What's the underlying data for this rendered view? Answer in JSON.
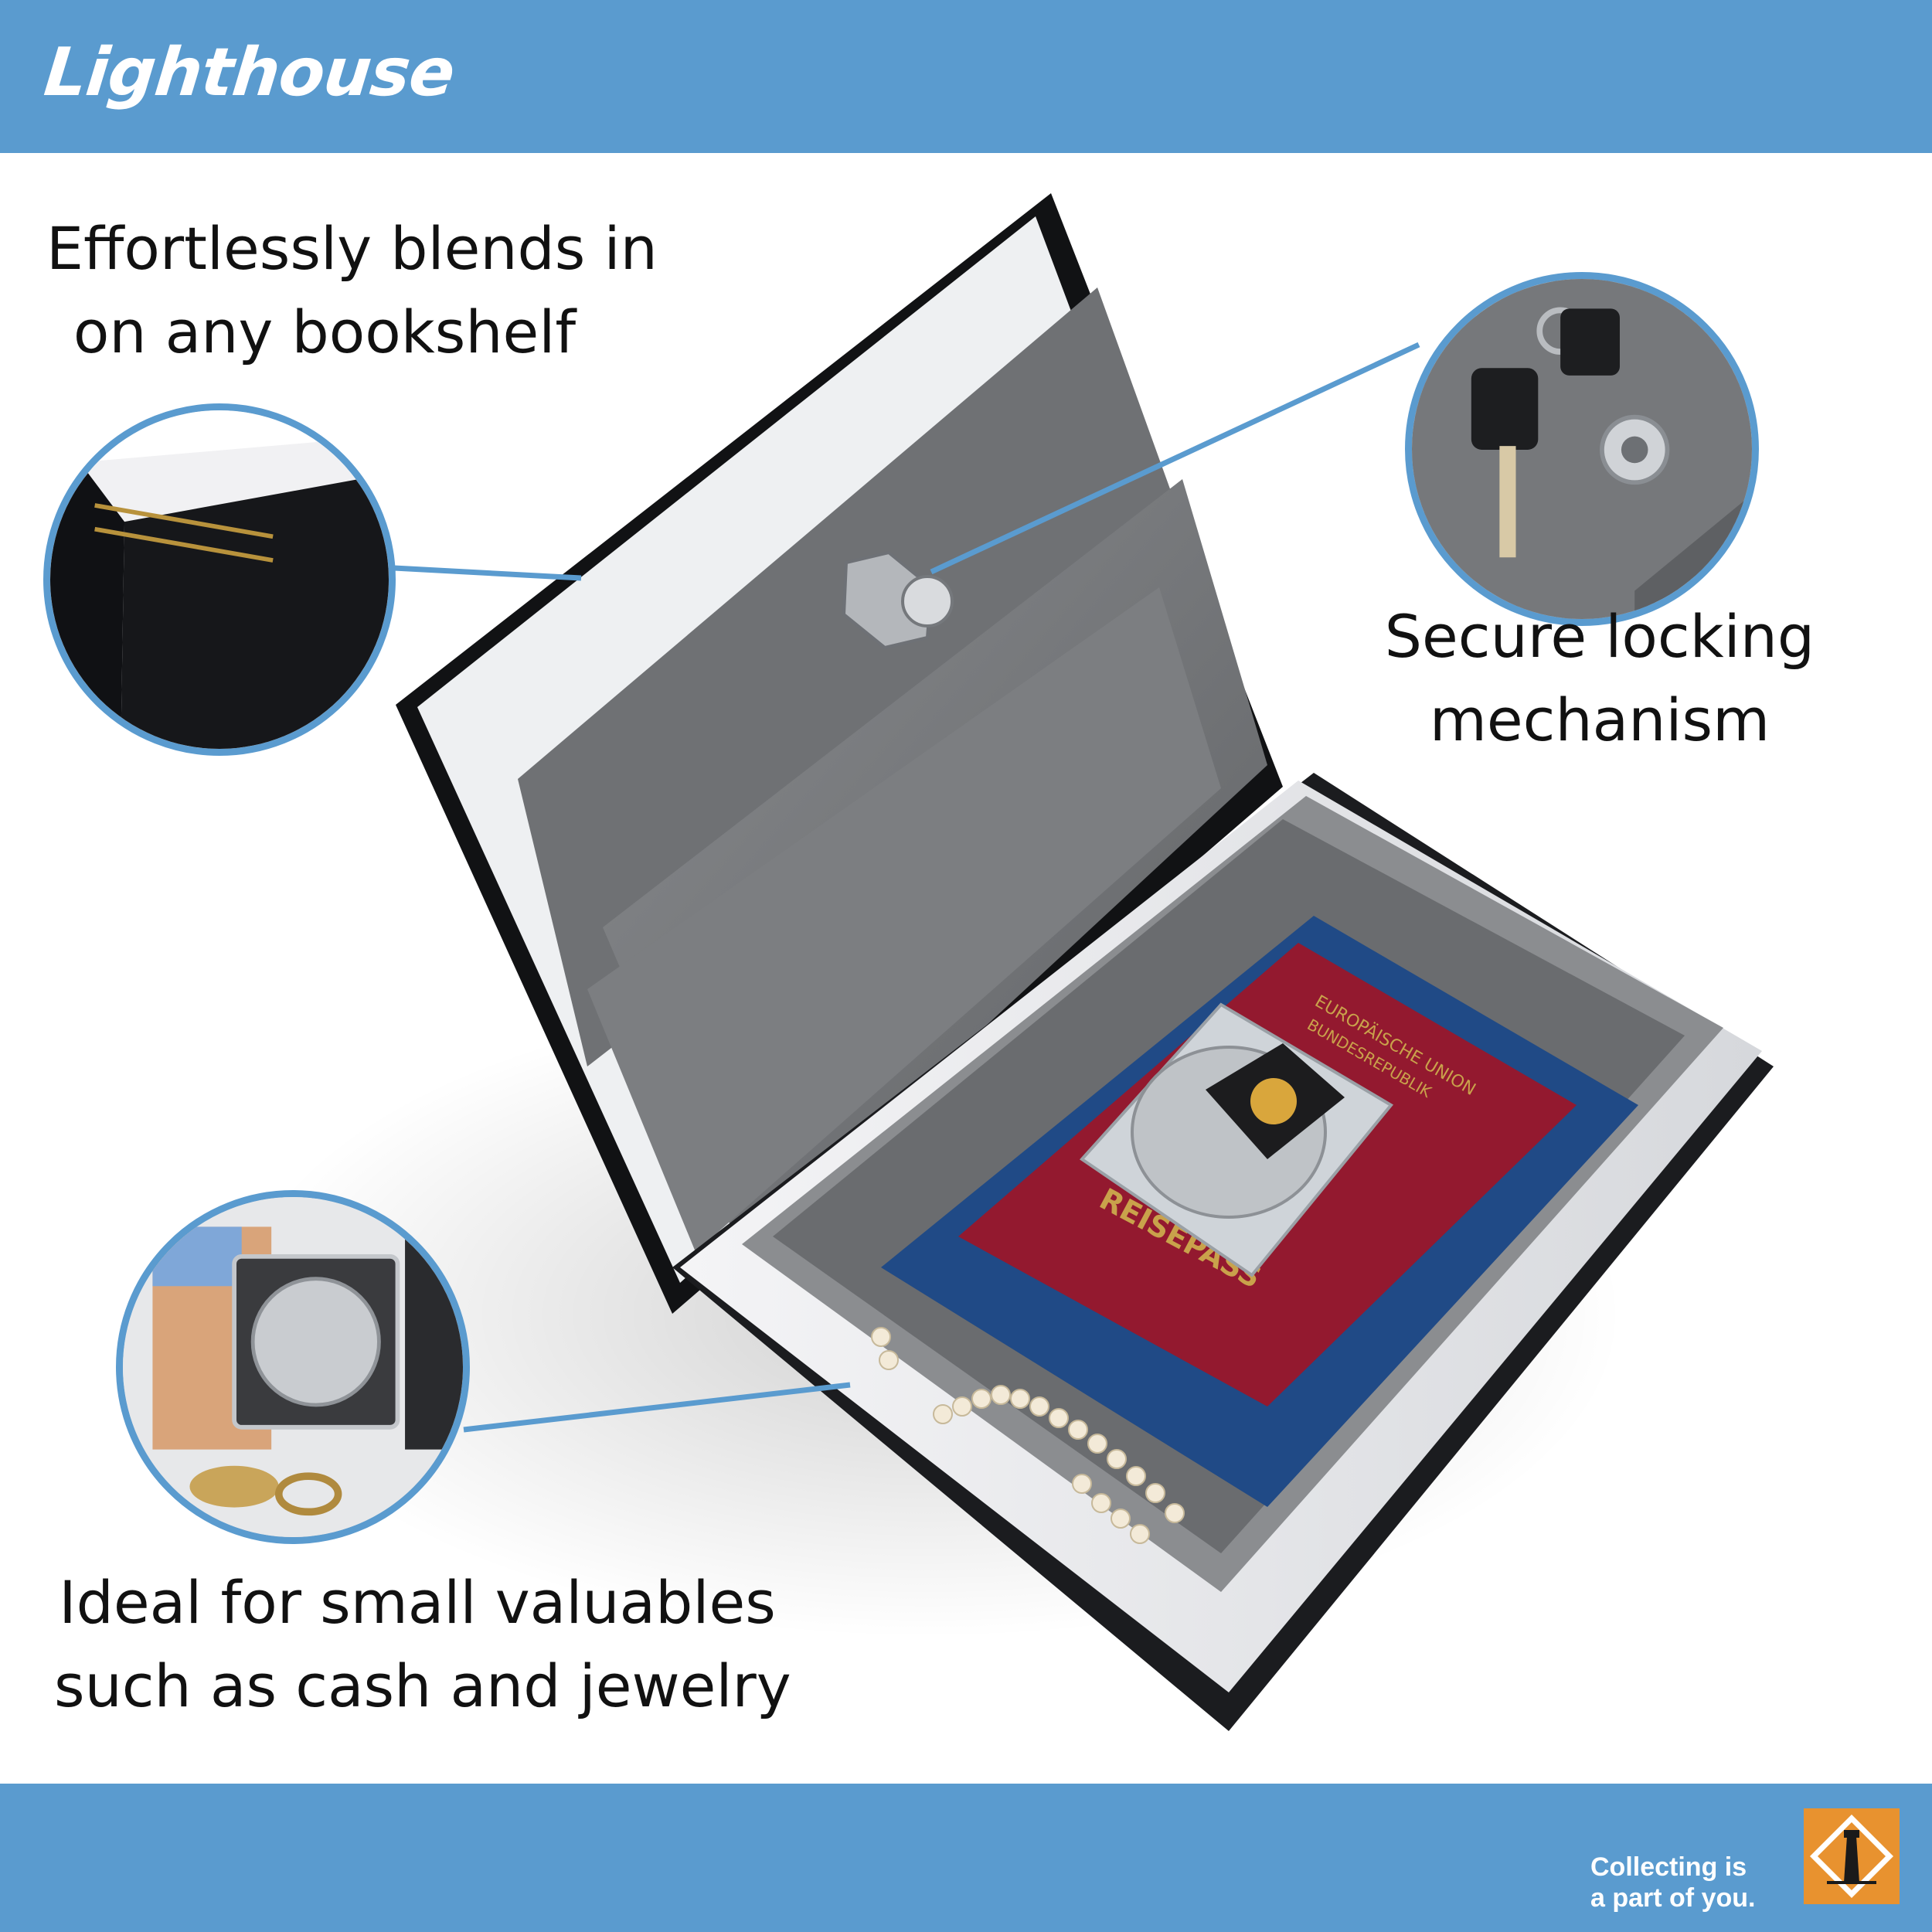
{
  "brand": {
    "name": "Lighthouse"
  },
  "colors": {
    "band": "#5a9bcf",
    "callout": "#5a9bcf",
    "logo_orange": "#e8922f"
  },
  "captions": {
    "bookshelf": [
      "Effortlessly blends in",
      "on any bookshelf"
    ],
    "lock": [
      "Secure locking",
      "mechanism"
    ],
    "valuables": [
      "Ideal for small valuables",
      "such as cash and jewelry"
    ]
  },
  "passport": {
    "issuer": "EUROPÄISCHE UNION",
    "subtitle": "BUNDESREPUBLIK",
    "label": "REISEPASS"
  },
  "footer": {
    "slogan": [
      "Collecting is",
      "a part of you."
    ],
    "logo_icon": "lighthouse-icon"
  }
}
